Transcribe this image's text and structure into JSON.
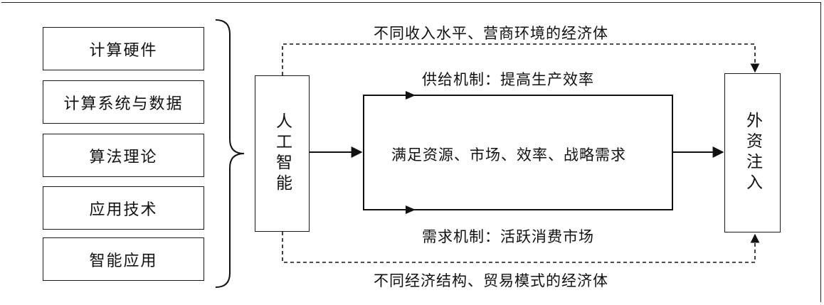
{
  "inputs": [
    {
      "label": "计算硬件"
    },
    {
      "label": "计算系统与数据"
    },
    {
      "label": "算法理论"
    },
    {
      "label": "应用技术"
    },
    {
      "label": "智能应用"
    }
  ],
  "ai_box": {
    "label": "人工智能"
  },
  "fdi_box": {
    "label": "外资注入"
  },
  "center": {
    "label": "满足资源、市场、效率、战略需求"
  },
  "top_dashed": {
    "label": "不同收入水平、营商环境的经济体"
  },
  "bottom_dashed": {
    "label": "不同经济结构、贸易模式的经济体"
  },
  "supply": {
    "label": "供给机制：提高生产效率"
  },
  "demand": {
    "label": "需求机制：活跃消费市场"
  }
}
